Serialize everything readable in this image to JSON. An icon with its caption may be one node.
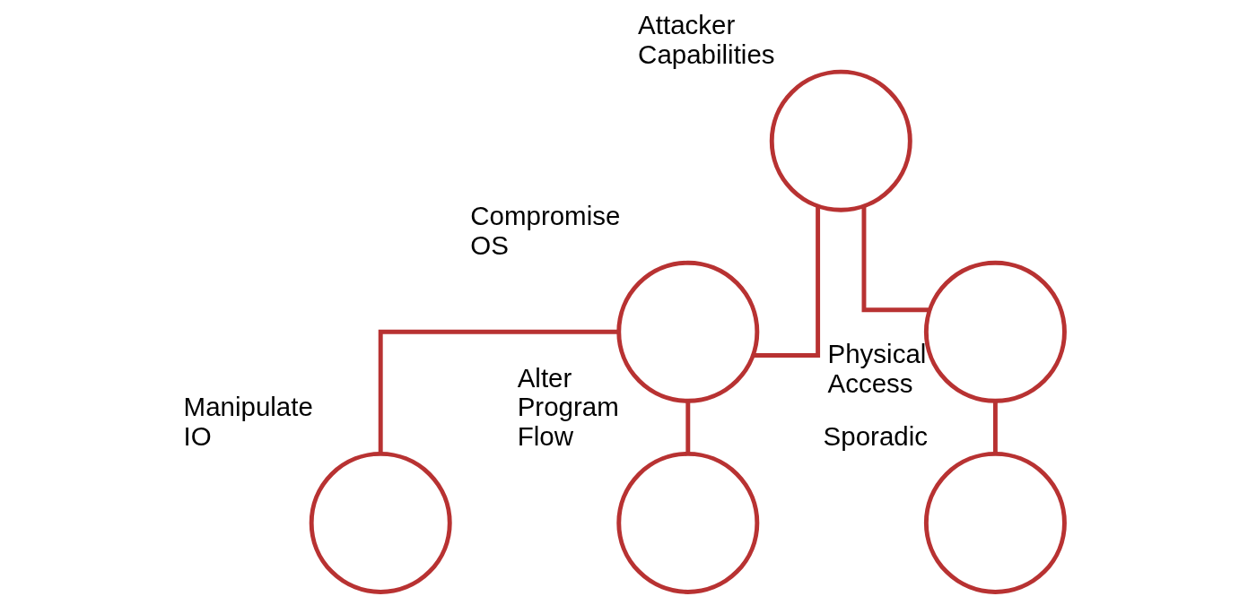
{
  "diagram": {
    "nodes": [
      {
        "text": [],
        "shape": "circle",
        "beside": [
          "Attacker Capabilities"
        ]
      },
      {
        "text": [],
        "shape": "circle",
        "beside": [
          "Compromise OS"
        ]
      },
      {
        "text": [],
        "shape": "circle",
        "beside": [
          "Physical Access"
        ]
      },
      {
        "text": [],
        "shape": "circle",
        "beside": [
          "Manipulate IO"
        ]
      },
      {
        "text": [],
        "shape": "circle",
        "beside": [
          "Alter Program Flow"
        ]
      },
      {
        "text": [],
        "shape": "circle",
        "beside": [
          "Sporadic"
        ]
      }
    ],
    "edges": [
      {
        "from": 0,
        "to": 1,
        "arrow": "none"
      },
      {
        "from": 0,
        "to": 2,
        "arrow": "none"
      },
      {
        "from": 1,
        "to": 3,
        "arrow": "none"
      },
      {
        "from": 1,
        "to": 4,
        "arrow": "none"
      },
      {
        "from": 2,
        "to": 5,
        "arrow": "none"
      }
    ]
  }
}
